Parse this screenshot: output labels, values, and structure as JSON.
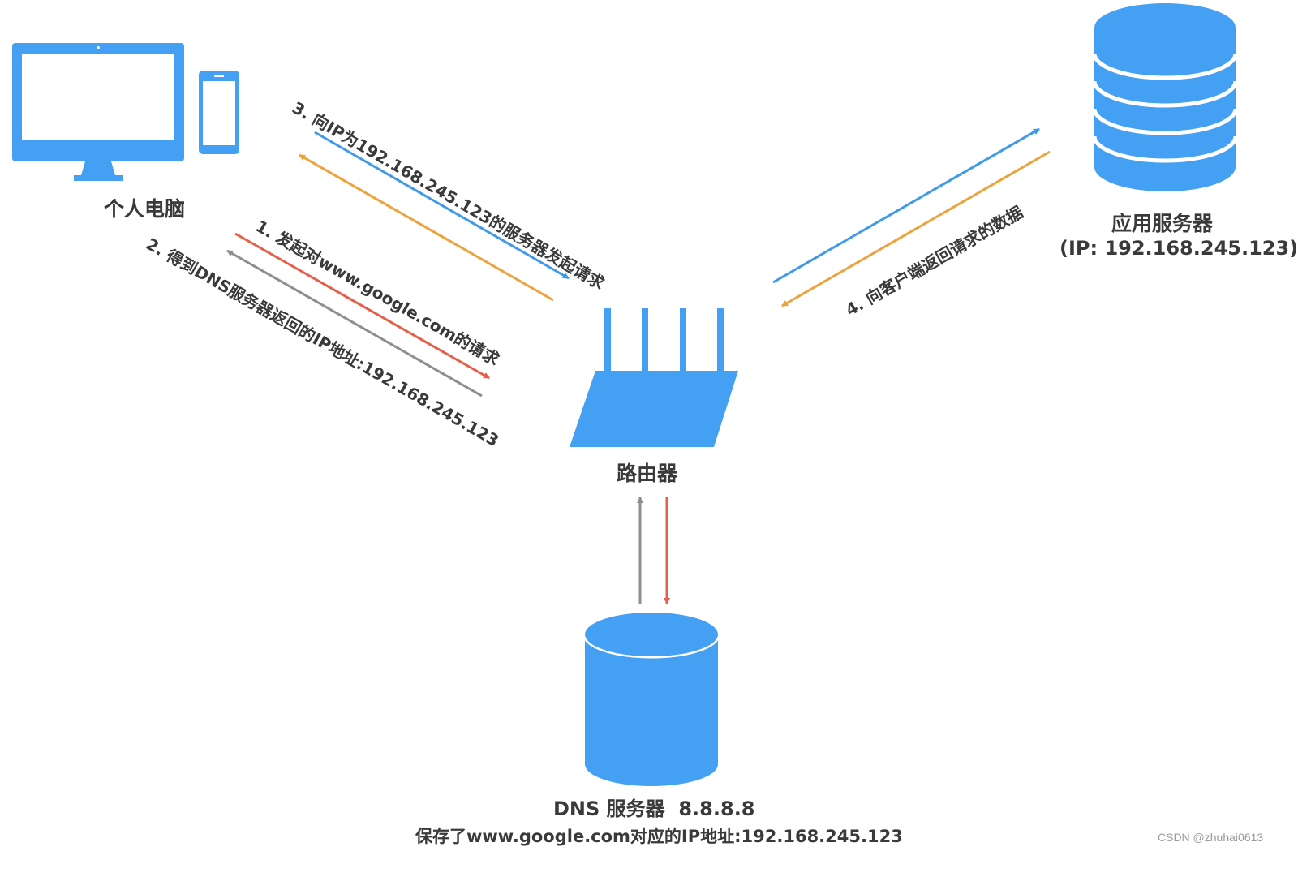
{
  "nodes": {
    "pc": {
      "label": "个人电脑"
    },
    "router": {
      "label": "路由器"
    },
    "app_server": {
      "label": "应用服务器",
      "ip": "(IP: 192.168.245.123)"
    },
    "dns_server": {
      "label": "DNS 服务器  8.8.8.8",
      "note": "保存了www.google.com对应的IP地址:192.168.245.123"
    }
  },
  "steps": {
    "step1": "1. 发起对www.google.com的请求",
    "step2": "2. 得到DNS服务器返回的IP地址:192.168.245.123",
    "step3": "3. 向IP为192.168.245.123的服务器发起请求",
    "step4": "4. 向客户端返回请求的数据"
  },
  "watermark": "CSDN @zhuhai0613",
  "colors": {
    "icon_blue": "#44a0f3",
    "arrow_blue": "#3f9ae9",
    "arrow_orange": "#eea23c",
    "arrow_red": "#e4604a",
    "arrow_gray": "#8e8e8e",
    "text": "#3a3a3a"
  }
}
